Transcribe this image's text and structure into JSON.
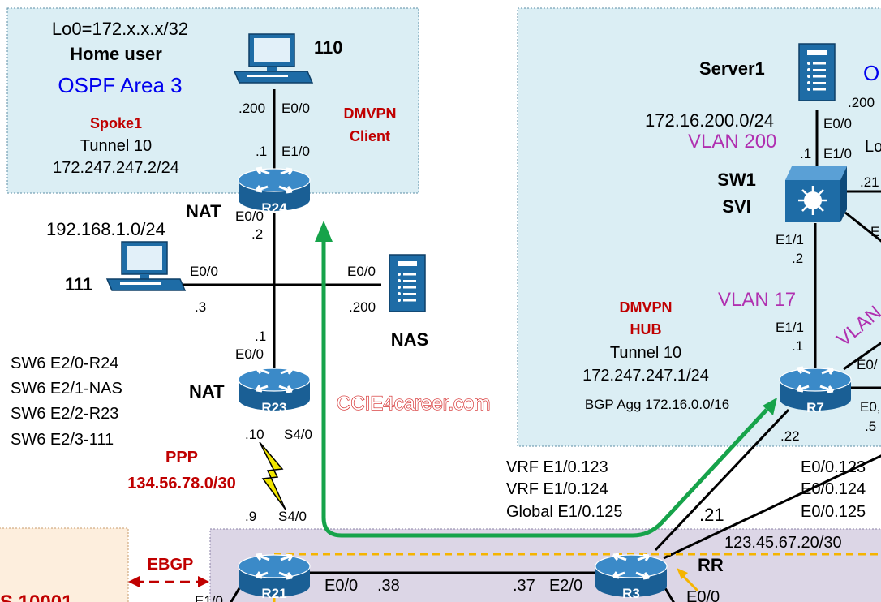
{
  "colors": {
    "area_fill": "#dbeef4",
    "area_border": "#5b8ea6",
    "bottom_area_fill": "#dcd6e6",
    "orange_area_fill": "#fdeedd",
    "router_blue": "#1e6ca6",
    "green_path": "#16a34a",
    "ospf_blue": "#0000ee",
    "vlan_magenta": "#b030b0",
    "dmvpn_red": "#c00000",
    "serial_yellow": "#f2e600",
    "rr_orange": "#f5b400"
  },
  "left_area": {
    "loopback": "Lo0=172.x.x.x/32",
    "home_user": "Home user",
    "ospf": "OSPF Area 3",
    "spoke": "Spoke1",
    "tunnel": "Tunnel 10",
    "tunnel_ip": "172.247.247.2/24"
  },
  "pc110": {
    "label": "110",
    "host": ".200",
    "iface": "E0/0"
  },
  "dmvpn_client": {
    "line1": "DMVPN",
    "line2": "Client"
  },
  "r24": {
    "name": "R24",
    "top_host": ".1",
    "top_iface": "E1/0",
    "nat": "NAT",
    "bot_iface": "E0/0",
    "bot_host": ".2"
  },
  "lan": {
    "subnet": "192.168.1.0/24"
  },
  "pc111": {
    "label": "111",
    "iface": "E0/0",
    "host": ".3"
  },
  "nas": {
    "label": "NAS",
    "iface": "E0/0",
    "host": ".200"
  },
  "r23": {
    "name": "R23",
    "top_host": ".1",
    "top_iface": "E0/0",
    "nat": "NAT",
    "s_host": ".10",
    "s_iface": "S4/0"
  },
  "switch_notes": [
    "SW6 E2/0-R24",
    "SW6 E2/1-NAS",
    "SW6 E2/2-R23",
    "SW6 E2/3-111"
  ],
  "ppp": {
    "label": "PPP",
    "subnet": "134.56.78.0/30"
  },
  "watermark": "CCIE4career.com",
  "r21": {
    "name": "R21",
    "s_host": ".9",
    "s_iface": "S4/0",
    "e_iface": "E0/0",
    "e_host": ".38",
    "left_iface": "E1/0"
  },
  "ebgp": "EBGP",
  "as_partial": "S 10001",
  "r3": {
    "name": "R3",
    "e_host": ".37",
    "e_iface": "E2/0",
    "rr": "RR",
    "bot_iface": "E0/0"
  },
  "vrf": [
    "VRF E1/0.123",
    "VRF E1/0.124",
    "Global E1/0.125"
  ],
  "r3_r7_host": ".21",
  "bottom_subnet": "123.45.67.20/30",
  "right_area": {
    "server": "Server1",
    "server_host": ".200",
    "server_iface": "E0/0",
    "subnet": "172.16.200.0/24",
    "vlan200": "VLAN 200",
    "sw_host": ".1",
    "sw_iface": "E1/0",
    "sw_lo": "Lo",
    "sw_right": ".21",
    "partial_o": "O",
    "partial_e": "E",
    "sw1": "SW1",
    "svi": "SVI",
    "sw_down_iface": "E1/1",
    "sw_down_host": ".2",
    "vlan17": "VLAN 17",
    "vlan_partial": "VLAN",
    "r7_up_iface": "E1/1",
    "r7_up_host": ".1",
    "dmvpn": "DMVPN",
    "hub": "HUB",
    "tunnel": "Tunnel 10",
    "tunnel_ip": "172.247.247.1/24",
    "bgp_agg": "BGP Agg 172.16.0.0/16",
    "r7_name": "R7",
    "r7_right1": "E0/",
    "r7_right2": "E0,",
    "r7_right3": ".5",
    "r7_bot": ".22"
  },
  "right_sub": [
    "E0/0.123",
    "E0/0.124",
    "E0/0.125"
  ]
}
